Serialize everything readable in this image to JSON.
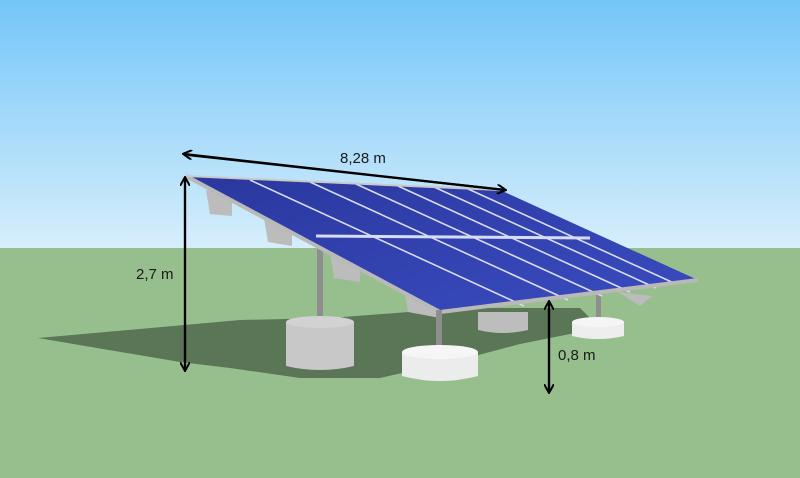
{
  "diagram": {
    "subject": "ground-mounted solar panel array",
    "dimensions": {
      "width": {
        "label": "8,28 m"
      },
      "height": {
        "label": "2,7 m"
      },
      "clearance": {
        "label": "0,8 m"
      }
    },
    "colors": {
      "sky_top": "#74c6f9",
      "sky_bottom": "#d3ecfb",
      "ground": "#97bf8e",
      "shadow": "#5a7656",
      "panel": "#2f3fa8",
      "panel_grid": "#d8dcf0",
      "frame": "#b9b9b9",
      "concrete": "#e8e8e8",
      "arrow": "#000000"
    },
    "panel_grid": {
      "rows": 2,
      "columns": 6
    },
    "supports": {
      "posts": 4,
      "ballast_blocks": 4
    }
  }
}
